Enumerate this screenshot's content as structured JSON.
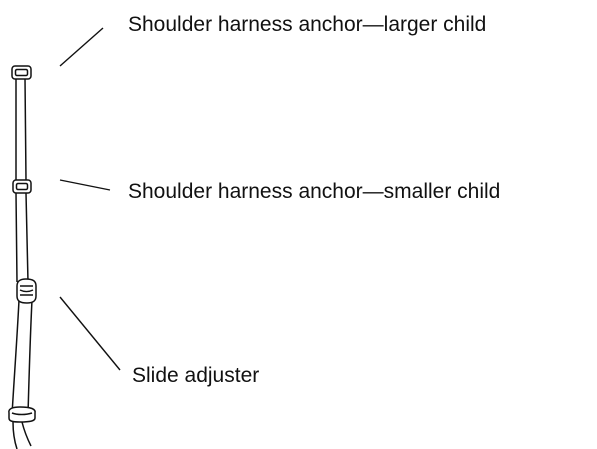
{
  "labels": {
    "larger_child": "Shoulder harness anchor—larger child",
    "smaller_child": "Shoulder harness anchor—smaller child",
    "slide_adjuster": "Slide adjuster"
  },
  "colors": {
    "line": "#111111",
    "fill": "#ffffff"
  }
}
